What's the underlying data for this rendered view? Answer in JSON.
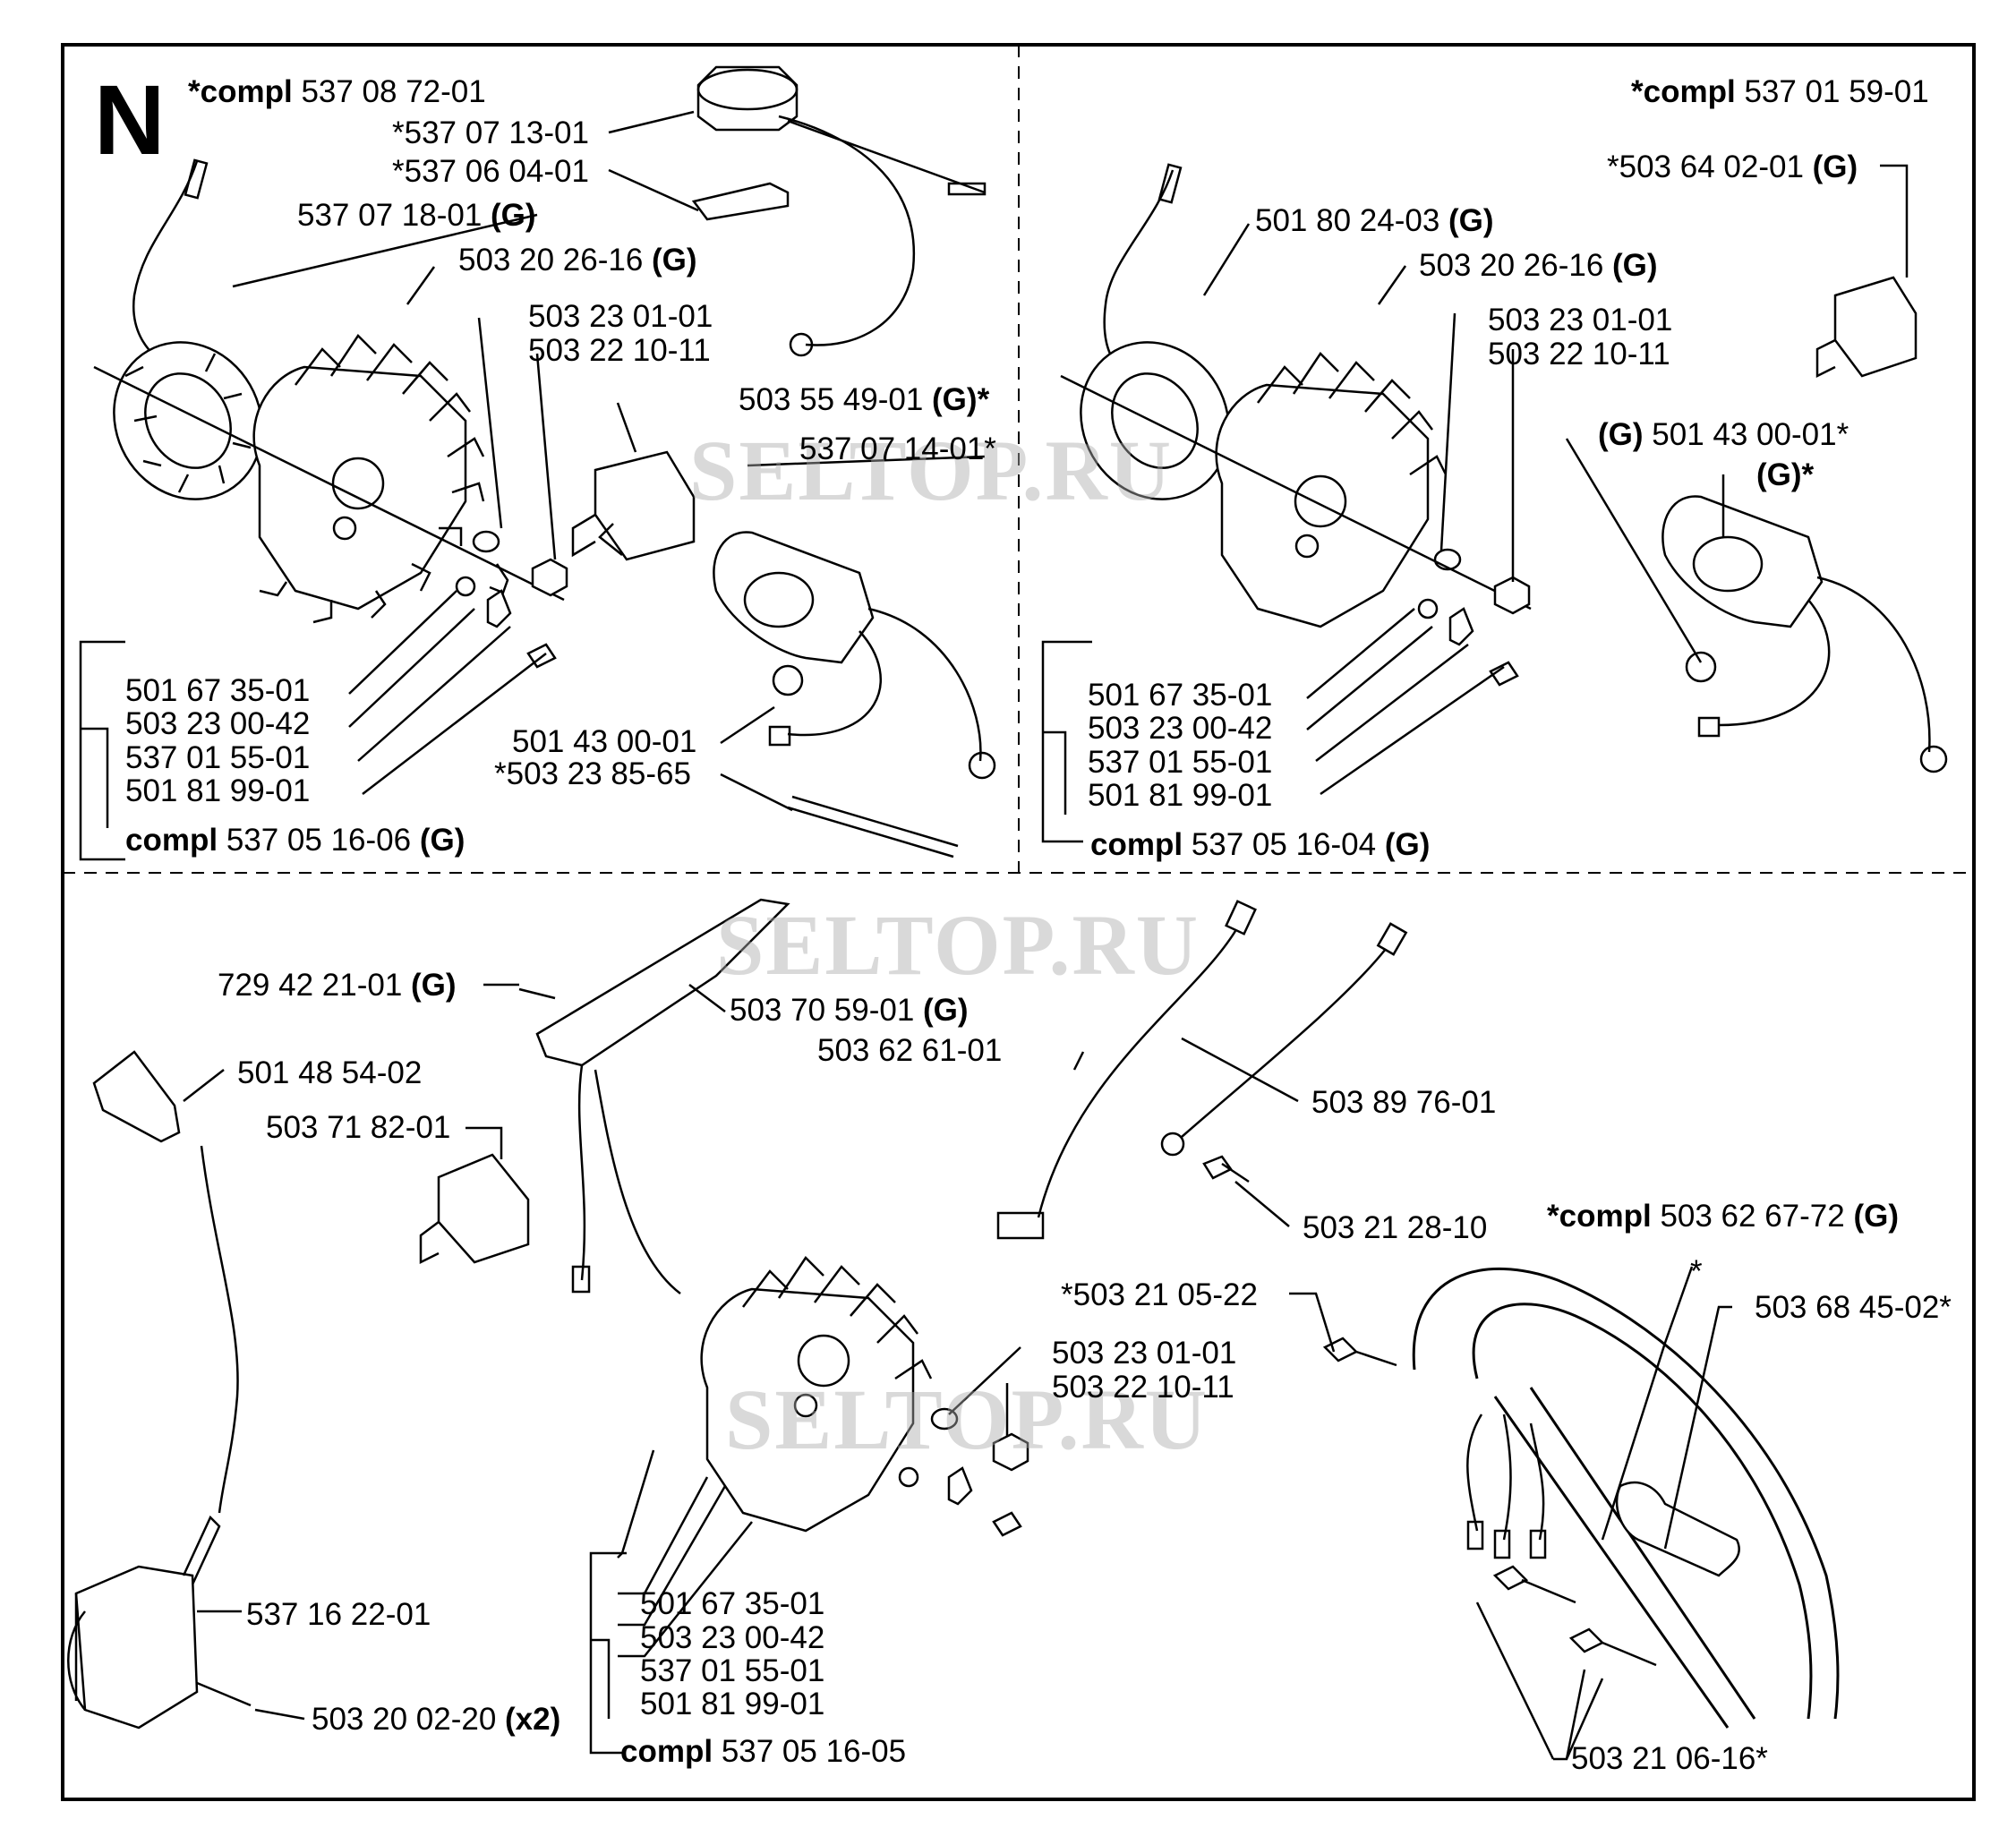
{
  "section_letter": "N",
  "watermark": "SELTOP.RU",
  "panels": {
    "top_left": {
      "kit": {
        "prefix": "*compl",
        "number": "537 08 72-01"
      },
      "labels": [
        {
          "id": "tl1",
          "text": "*537 07 13-01",
          "suffix": ""
        },
        {
          "id": "tl2",
          "text": "*537 06 04-01",
          "suffix": ""
        },
        {
          "id": "tl3",
          "text": "537 07 18-01",
          "suffix": "(G)"
        },
        {
          "id": "tl4",
          "text": "503 20 26-16",
          "suffix": "(G)"
        },
        {
          "id": "tl5",
          "text": "503 23 01-01",
          "suffix": ""
        },
        {
          "id": "tl6",
          "text": "503 22 10-11",
          "suffix": ""
        },
        {
          "id": "tl7",
          "text": "503 55 49-01",
          "suffix": "(G)*"
        },
        {
          "id": "tl8",
          "text": "537 07 14-01*",
          "suffix": ""
        },
        {
          "id": "tl9",
          "text": "501 67 35-01",
          "suffix": ""
        },
        {
          "id": "tl10",
          "text": "503 23 00-42",
          "suffix": ""
        },
        {
          "id": "tl11",
          "text": "537 01 55-01",
          "suffix": ""
        },
        {
          "id": "tl12",
          "text": "501 81 99-01",
          "suffix": ""
        },
        {
          "id": "tl13",
          "text": "501 43 00-01",
          "suffix": ""
        },
        {
          "id": "tl14",
          "text": "*503 23 85-65",
          "suffix": ""
        }
      ],
      "compl": {
        "prefix": "compl",
        "number": "537 05 16-06",
        "suffix": "(G)"
      }
    },
    "top_right": {
      "kit": {
        "prefix": "*compl",
        "number": "537 01 59-01"
      },
      "labels": [
        {
          "id": "tr1",
          "text": "*503 64 02-01",
          "suffix": "(G)"
        },
        {
          "id": "tr2",
          "text": "501 80 24-03",
          "suffix": "(G)"
        },
        {
          "id": "tr3",
          "text": "503 20 26-16",
          "suffix": "(G)"
        },
        {
          "id": "tr4",
          "text": "503 23 01-01",
          "suffix": ""
        },
        {
          "id": "tr5",
          "text": "503 22 10-11",
          "suffix": ""
        },
        {
          "id": "tr6",
          "text": "501 43 00-01*",
          "prefix": "(G)"
        },
        {
          "id": "tr7",
          "text": "(G)*",
          "suffix": ""
        },
        {
          "id": "tr8",
          "text": "501 67 35-01",
          "suffix": ""
        },
        {
          "id": "tr9",
          "text": "503 23 00-42",
          "suffix": ""
        },
        {
          "id": "tr10",
          "text": "537 01 55-01",
          "suffix": ""
        },
        {
          "id": "tr11",
          "text": "501 81 99-01",
          "suffix": ""
        }
      ],
      "compl": {
        "prefix": "compl",
        "number": "537 05 16-04",
        "suffix": "(G)"
      }
    },
    "bottom": {
      "labels": [
        {
          "id": "b1",
          "text": "729 42 21-01",
          "suffix": "(G)"
        },
        {
          "id": "b2",
          "text": "503 70 59-01",
          "suffix": "(G)"
        },
        {
          "id": "b3",
          "text": "503 62 61-01",
          "suffix": ""
        },
        {
          "id": "b4",
          "text": "501 48 54-02",
          "suffix": ""
        },
        {
          "id": "b5",
          "text": "503 71 82-01",
          "suffix": ""
        },
        {
          "id": "b6",
          "text": "503 89 76-01",
          "suffix": ""
        },
        {
          "id": "b7",
          "text": "503 21 28-10",
          "suffix": ""
        },
        {
          "id": "b8",
          "text": "*503 21 05-22",
          "suffix": ""
        },
        {
          "id": "b9",
          "text": "503 23 01-01",
          "suffix": ""
        },
        {
          "id": "b10",
          "text": "503 22 10-11",
          "suffix": ""
        },
        {
          "id": "b11",
          "text": "*",
          "suffix": ""
        },
        {
          "id": "b12",
          "text": "503 68 45-02*",
          "suffix": ""
        },
        {
          "id": "b13",
          "text": "537 16 22-01",
          "suffix": ""
        },
        {
          "id": "b14",
          "text": "503 20 02-20",
          "suffix": "(x2)"
        },
        {
          "id": "b15",
          "text": "501 67 35-01",
          "suffix": ""
        },
        {
          "id": "b16",
          "text": "503 23 00-42",
          "suffix": ""
        },
        {
          "id": "b17",
          "text": "537 01 55-01",
          "suffix": ""
        },
        {
          "id": "b18",
          "text": "501 81 99-01",
          "suffix": ""
        },
        {
          "id": "b19",
          "text": "503 21 06-16*",
          "suffix": ""
        }
      ],
      "kit": {
        "prefix": "*compl",
        "number": "503 62 67-72",
        "suffix": "(G)"
      },
      "compl": {
        "prefix": "compl",
        "number": "537 05 16-05",
        "suffix": ""
      }
    }
  }
}
